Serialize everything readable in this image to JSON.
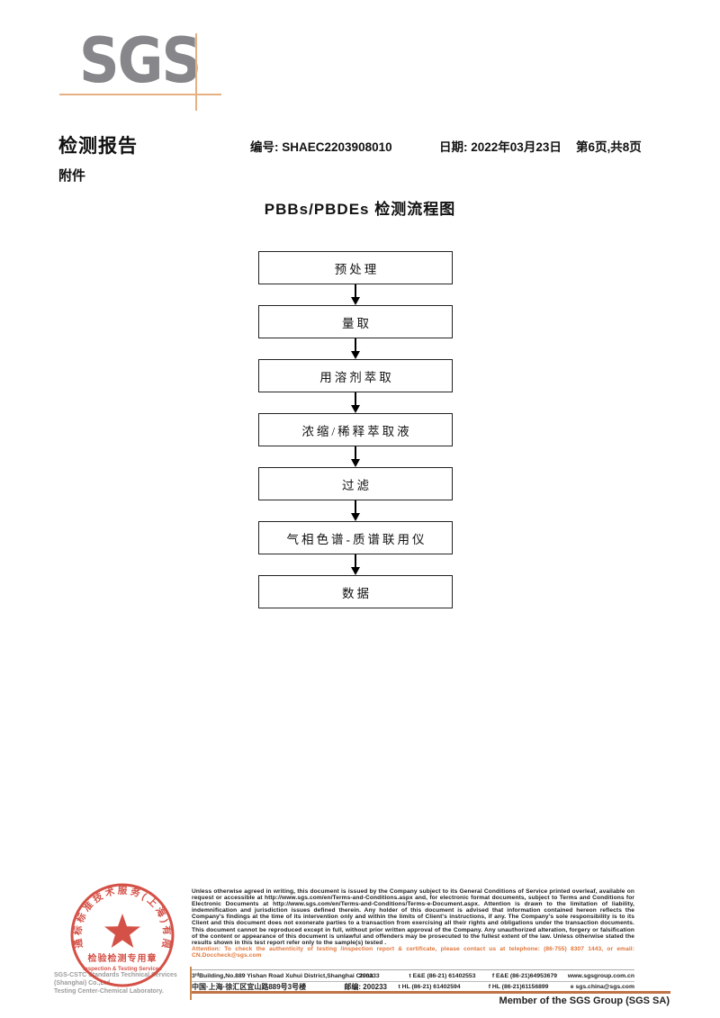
{
  "logo": {
    "text": "SGS"
  },
  "header": {
    "report_title": "检测报告",
    "report_no_label": "编号:",
    "report_no": "SHAEC2203908010",
    "date_label": "日期:",
    "date_value": "2022年03月23日",
    "page_info": "第6页,共8页",
    "attachment_label": "附件"
  },
  "flowchart": {
    "title": "PBBs/PBDEs 检测流程图",
    "steps": [
      "预处理",
      "量取",
      "用溶剂萃取",
      "浓缩/稀释萃取液",
      "过滤",
      "气相色谱-质谱联用仪",
      "数据"
    ]
  },
  "stamp": {
    "ring_text": "通标标准技术服务(上海)有限公司",
    "seal_cn": "检验检测专用章",
    "seal_en": "Inspection & Testing Services",
    "color": "#cf3a2e"
  },
  "company": {
    "name_line1": "SGS-CSTC Standards Technical Services (Shanghai) Co.,Ltd.",
    "name_line2": "Testing Center-Chemical Laboratory."
  },
  "footer": {
    "legal_text": "Unless otherwise agreed in writing, this document is issued by the Company subject to its General Conditions of Service printed overleaf, available on request or accessible at http://www.sgs.com/en/Terms-and-Conditions.aspx and, for electronic format documents, subject to Terms and Conditions for Electronic Documents at http://www.sgs.com/en/Terms-and-Conditions/Terms-e-Document.aspx. Attention is drawn to the limitation of liability, indemnification and jurisdiction issues defined therein. Any holder of this document is advised that information contained hereon reflects the Company's findings at the time of its intervention only and within the limits of Client's instructions, if any. The Company's sole responsibility is to its Client and this document does not exonerate parties to a transaction from exercising all their rights and obligations under the transaction documents. This document cannot be reproduced except in full, without prior written approval of the Company. Any unauthorized alteration, forgery or falsification of the content or appearance of this document is unlawful and offenders may be prosecuted to the fullest extent of the law. Unless otherwise stated the results shown in this test report refer only to the sample(s) tested .",
    "attention_text": "Attention: To check the authenticity of testing /inspection report & certificate, please contact us at telephone: (86-755) 8307 1443, or email: CN.Doccheck@sgs.com",
    "address_en": "3ʳᵈBuilding,No.889 Yishan Road Xuhui District,Shanghai China",
    "postcode_en": "200233",
    "tel_en": "t E&E (86-21) 61402553",
    "fax_en": "f E&E (86-21)64953679",
    "web": "www.sgsgroup.com.cn",
    "address_cn": "中国·上海·徐汇区宜山路889号3号楼",
    "postcode_cn": "邮编: 200233",
    "tel_cn": "t HL (86-21) 61402594",
    "fax_cn": "f HL (86-21)61156899",
    "email": "e  sgs.china@sgs.com",
    "member_text": "Member of the SGS Group (SGS SA)"
  },
  "colors": {
    "logo_gray": "#87878b",
    "crosshair_orange": "#e5b183",
    "thick_line": "#bf7346",
    "stamp_red": "#cf3a2e",
    "attention_orange": "#e0763a"
  }
}
